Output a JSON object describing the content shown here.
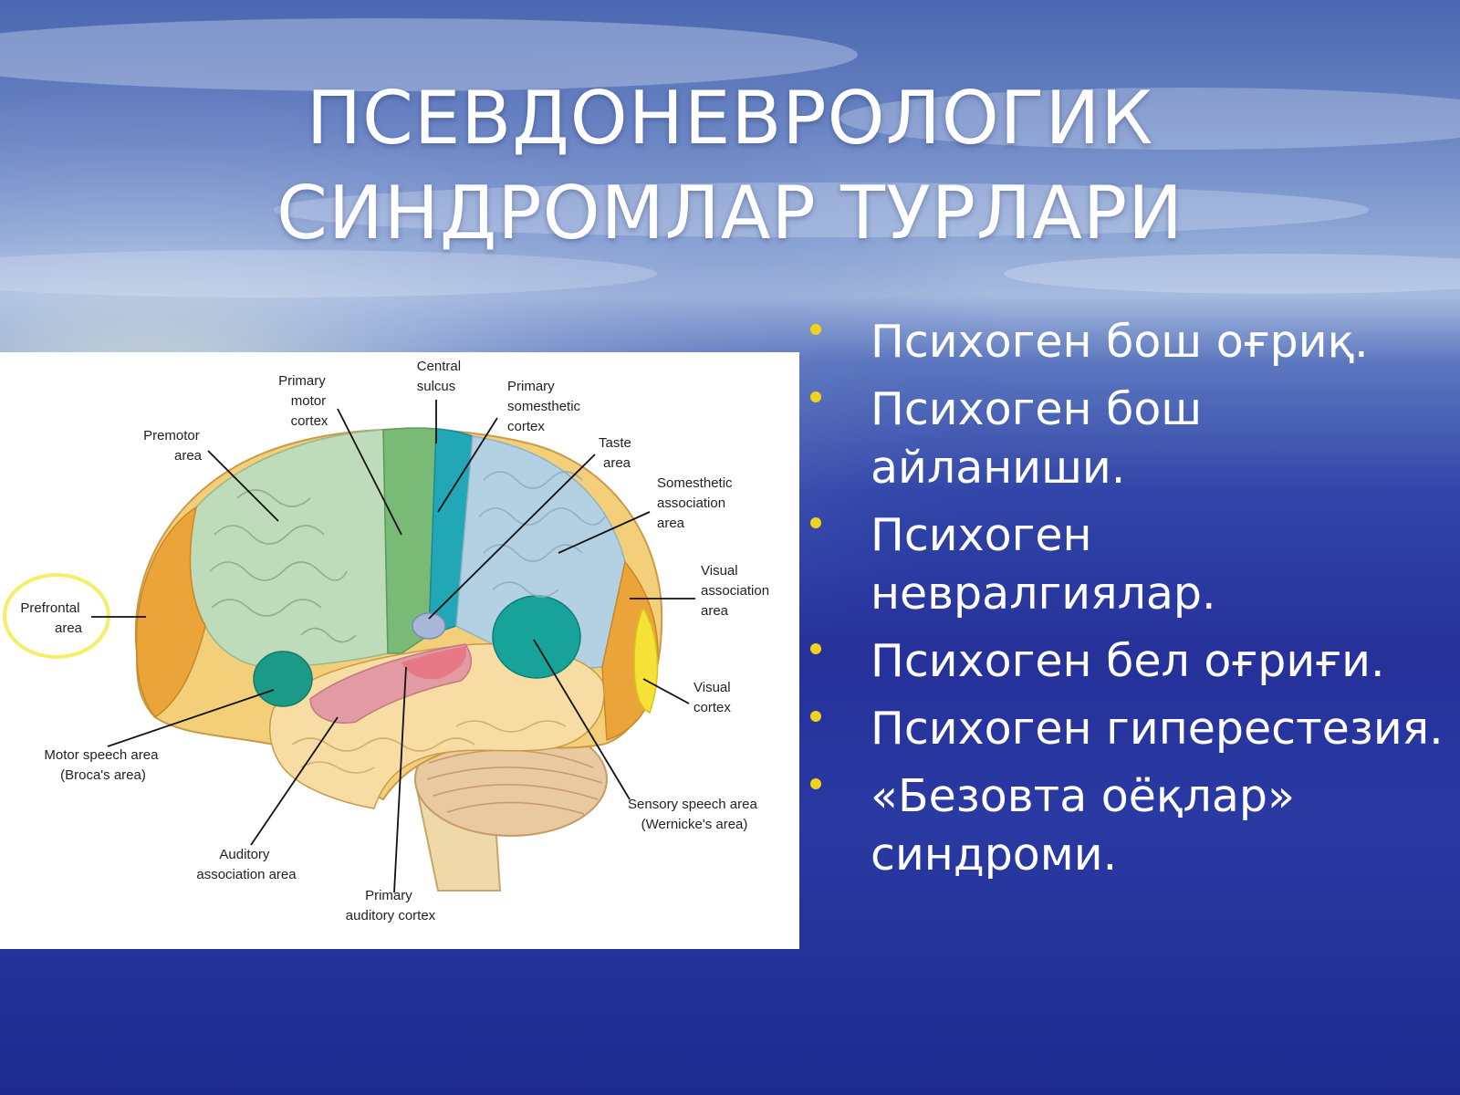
{
  "slide": {
    "title_line1": "ПСЕВДОНЕВРОЛОГИК",
    "title_line2": "СИНДРОМЛАР ТУРЛАРИ",
    "bullet_color": "#f2d21e",
    "bullets": [
      "Психоген бош оғриқ.",
      "Психоген бош айланиши.",
      "Психоген невралгиялар.",
      "Психоген бел оғриғи.",
      "Психоген гиперестезия.",
      "«Безовта оёқлар» синдроми."
    ]
  },
  "brain_figure": {
    "labels": {
      "prefrontal": [
        "Prefrontal",
        "area"
      ],
      "premotor": [
        "Premotor",
        "area"
      ],
      "primary_motor": [
        "Primary",
        "motor",
        "cortex"
      ],
      "central_sulcus": [
        "Central",
        "sulcus"
      ],
      "primary_somesthetic": [
        "Primary",
        "somesthetic",
        "cortex"
      ],
      "taste": [
        "Taste",
        "area"
      ],
      "somesthetic_assoc": [
        "Somesthetic",
        "association",
        "area"
      ],
      "visual_assoc": [
        "Visual",
        "association",
        "area"
      ],
      "visual_cortex": [
        "Visual",
        "cortex"
      ],
      "motor_speech": [
        "Motor speech area",
        "(Broca's area)"
      ],
      "sensory_speech": [
        "Sensory speech area",
        "(Wernicke's area)"
      ],
      "auditory_assoc": [
        "Auditory",
        "association area"
      ],
      "primary_auditory": [
        "Primary",
        "auditory cortex"
      ]
    }
  }
}
